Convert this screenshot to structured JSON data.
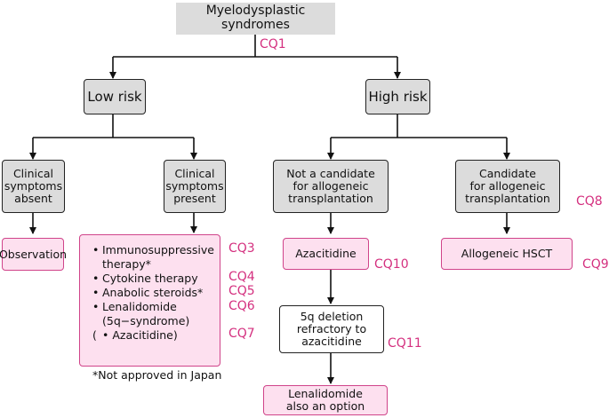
{
  "title": "Myelodysplastic syndromes",
  "cq": {
    "root": "CQ1",
    "low_present_1": "CQ3",
    "low_present_2": "CQ4",
    "low_present_3": "CQ5",
    "low_present_4": "CQ6",
    "low_present_5": "CQ7",
    "aza": "CQ10",
    "refractory": "CQ11",
    "candidate": "CQ8",
    "hsct": "CQ9"
  },
  "low_risk": "Low risk",
  "high_risk": "High risk",
  "symptoms_absent": "Clinical\nsymptoms\nabsent",
  "symptoms_present": "Clinical\nsymptoms\npresent",
  "not_candidate": "Not a candidate\nfor allogeneic\ntransplantation",
  "candidate": "Candidate\nfor allogeneic\ntransplantation",
  "observation": "Observation",
  "therapy_list": [
    {
      "bullet": "•",
      "text": "Immunosuppressive\ntherapy*"
    },
    {
      "bullet": "•",
      "text": "Cytokine therapy"
    },
    {
      "bullet": "•",
      "text": "Anabolic steroids*"
    },
    {
      "bullet": "•",
      "text": "Lenalidomide\n(5q−syndrome)"
    },
    {
      "bullet": "(",
      "text": "• Azacitidine)"
    }
  ],
  "footnote": "*Not approved in Japan",
  "azacitidine": "Azacitidine",
  "allogeneic_hsct": "Allogeneic HSCT",
  "refractory": "5q deletion\nrefractory to\nazacitidine",
  "lenalidomide_option": "Lenalidomide\nalso an option",
  "colors": {
    "accent": "#d4307f",
    "box_gray": "#dcdcdc",
    "box_pink": "#fde0ef"
  }
}
